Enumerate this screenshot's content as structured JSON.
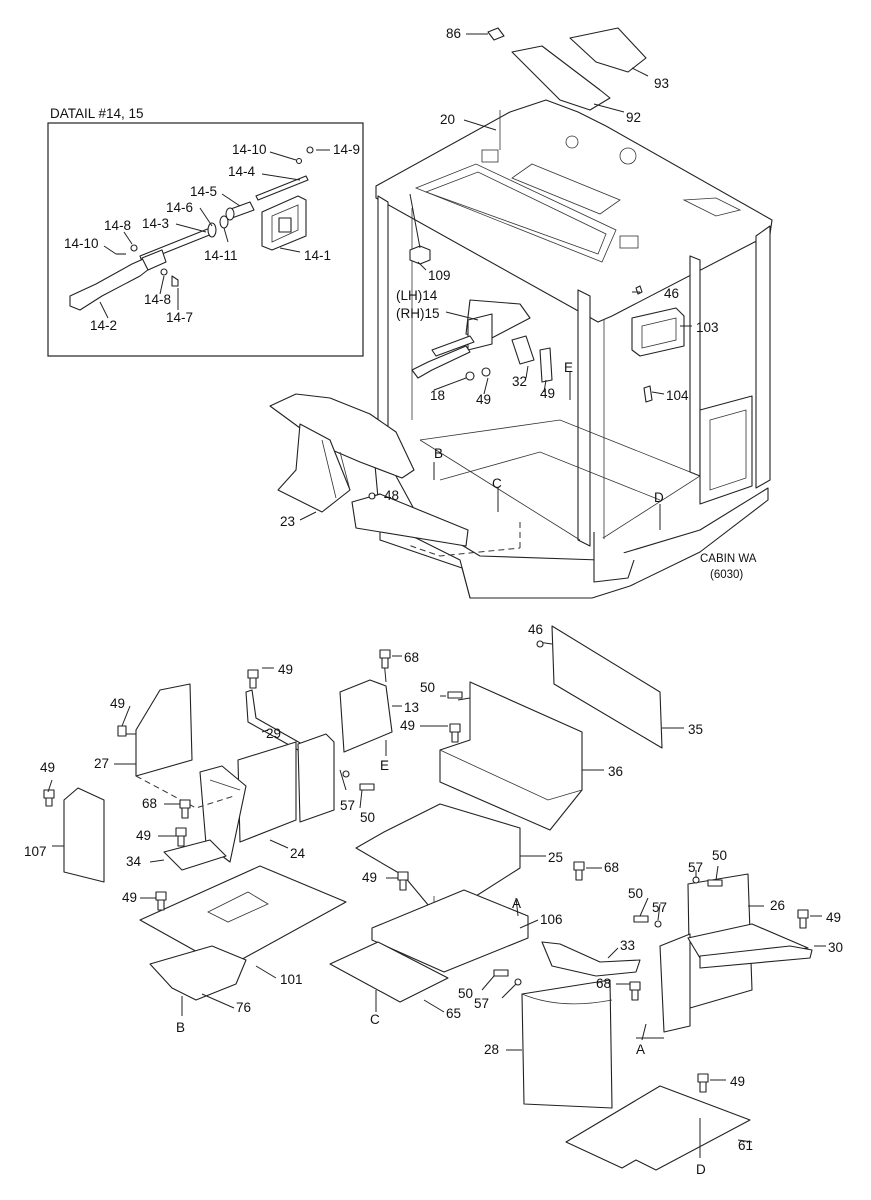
{
  "detail": {
    "title": "DATAIL #14, 15",
    "labels": [
      "14-10",
      "14-9",
      "14-4",
      "14-5",
      "14-6",
      "14-3",
      "14-8",
      "14-10",
      "14-11",
      "14-1",
      "14-8",
      "14-7",
      "14-2"
    ]
  },
  "cabin": {
    "model": "CABIN WA",
    "code": "(6030)",
    "labels": [
      "86",
      "93",
      "92",
      "20",
      "109",
      "(LH)14",
      "(RH)15",
      "46",
      "103",
      "18",
      "49",
      "32",
      "49",
      "E",
      "104",
      "B",
      "C",
      "D",
      "48",
      "23"
    ]
  },
  "parts": {
    "labels": [
      "46",
      "35",
      "49",
      "68",
      "50",
      "13",
      "29",
      "49",
      "27",
      "49",
      "E",
      "36",
      "49",
      "107",
      "68",
      "57",
      "50",
      "24",
      "49",
      "34",
      "25",
      "68",
      "49",
      "106",
      "A",
      "57",
      "50",
      "50",
      "57",
      "26",
      "49",
      "30",
      "33",
      "68",
      "49",
      "101",
      "76",
      "B",
      "C",
      "65",
      "50",
      "57",
      "28",
      "A",
      "49",
      "61",
      "D"
    ]
  }
}
